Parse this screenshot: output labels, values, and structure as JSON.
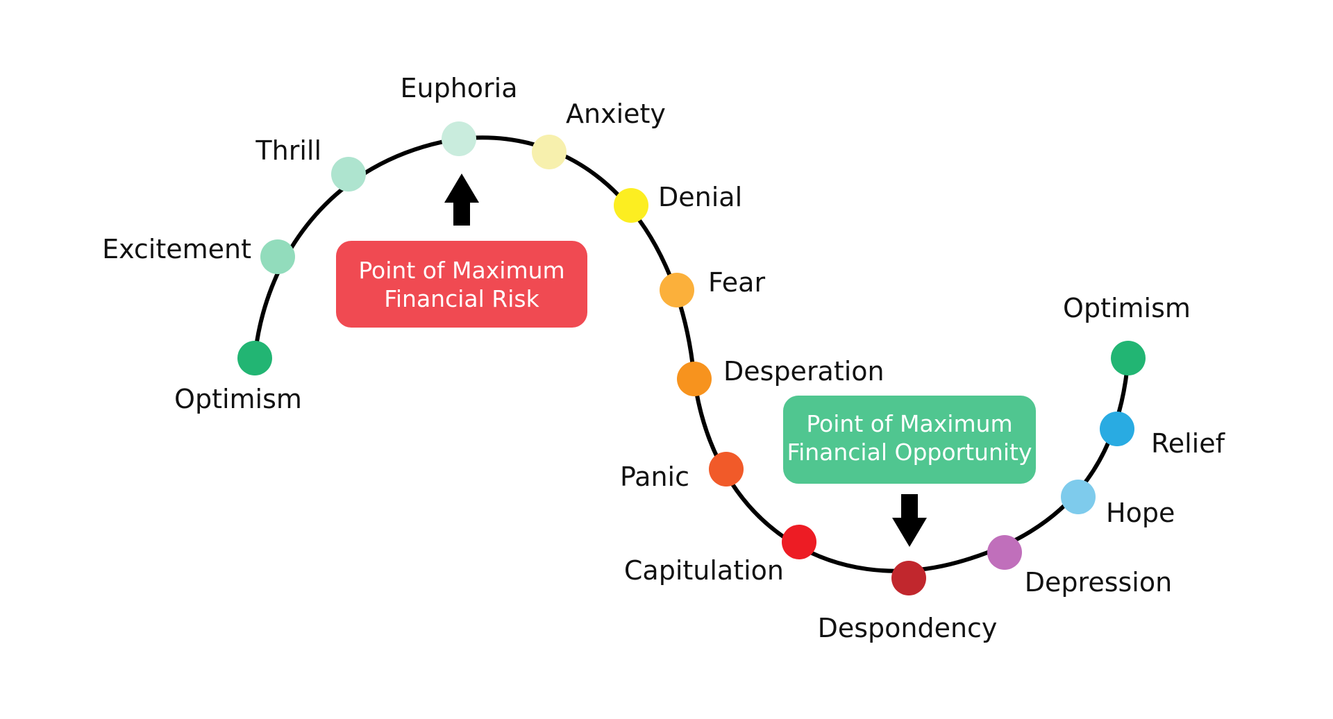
{
  "stages": [
    {
      "label": "Optimism",
      "color": "#22b573"
    },
    {
      "label": "Excitement",
      "color": "#92dcbc"
    },
    {
      "label": "Thrill",
      "color": "#aee4cf"
    },
    {
      "label": "Euphoria",
      "color": "#c9ecdd"
    },
    {
      "label": "Anxiety",
      "color": "#f7f0ad"
    },
    {
      "label": "Denial",
      "color": "#fcee21"
    },
    {
      "label": "Fear",
      "color": "#fbb03b"
    },
    {
      "label": "Desperation",
      "color": "#f7931e"
    },
    {
      "label": "Panic",
      "color": "#f15a29"
    },
    {
      "label": "Capitulation",
      "color": "#ed1c24"
    },
    {
      "label": "Despondency",
      "color": "#c1272d"
    },
    {
      "label": "Depression",
      "color": "#c06fbb"
    },
    {
      "label": "Hope",
      "color": "#7ecbec"
    },
    {
      "label": "Relief",
      "color": "#29abe2"
    },
    {
      "label": "Optimism",
      "color": "#22b573"
    }
  ],
  "risk_box": {
    "line1": "Point of Maximum",
    "line2": "Financial Risk",
    "color": "#f04a52"
  },
  "opportunity_box": {
    "line1": "Point of Maximum",
    "line2": "Financial Opportunity",
    "color": "#50c690"
  }
}
